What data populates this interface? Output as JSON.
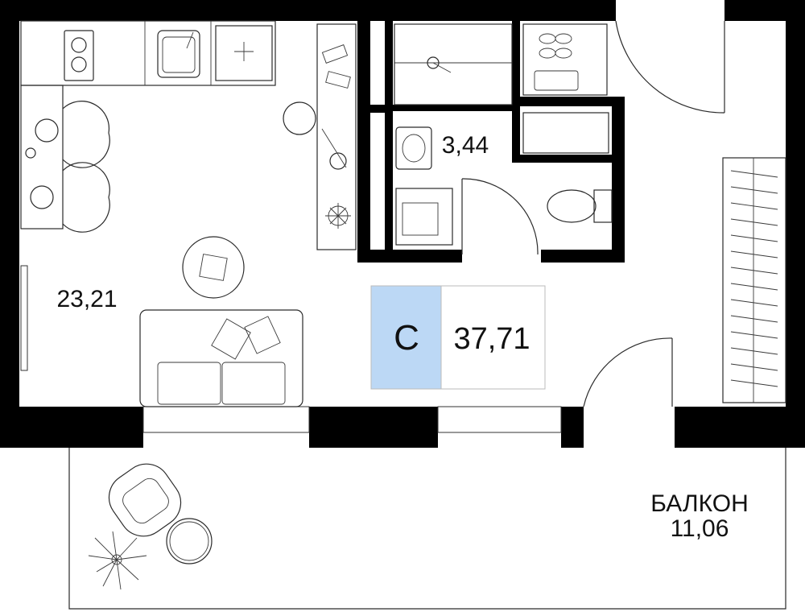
{
  "plan": {
    "rooms": [
      {
        "id": "living",
        "area": "23,21"
      },
      {
        "id": "bathroom",
        "area": "3,44"
      },
      {
        "id": "balcony",
        "name": "БАЛКОН",
        "area": "11,06"
      }
    ],
    "apartment": {
      "type_letter": "С",
      "total_area": "37,71",
      "badge_color": "#bcd8f5"
    },
    "colors": {
      "wall": "#000000",
      "background": "#ffffff",
      "line": "#2a2a2a"
    },
    "icons": [
      "stove-icon",
      "sink-icon",
      "fridge-icon",
      "dining-table-icon",
      "chair-icon",
      "sofa-icon",
      "coffee-table-icon",
      "bed-icon",
      "toilet-icon",
      "shower-icon",
      "washbasin-icon",
      "washing-machine-icon",
      "wardrobe-icon",
      "armchair-icon",
      "plant-icon",
      "door-icon"
    ]
  }
}
